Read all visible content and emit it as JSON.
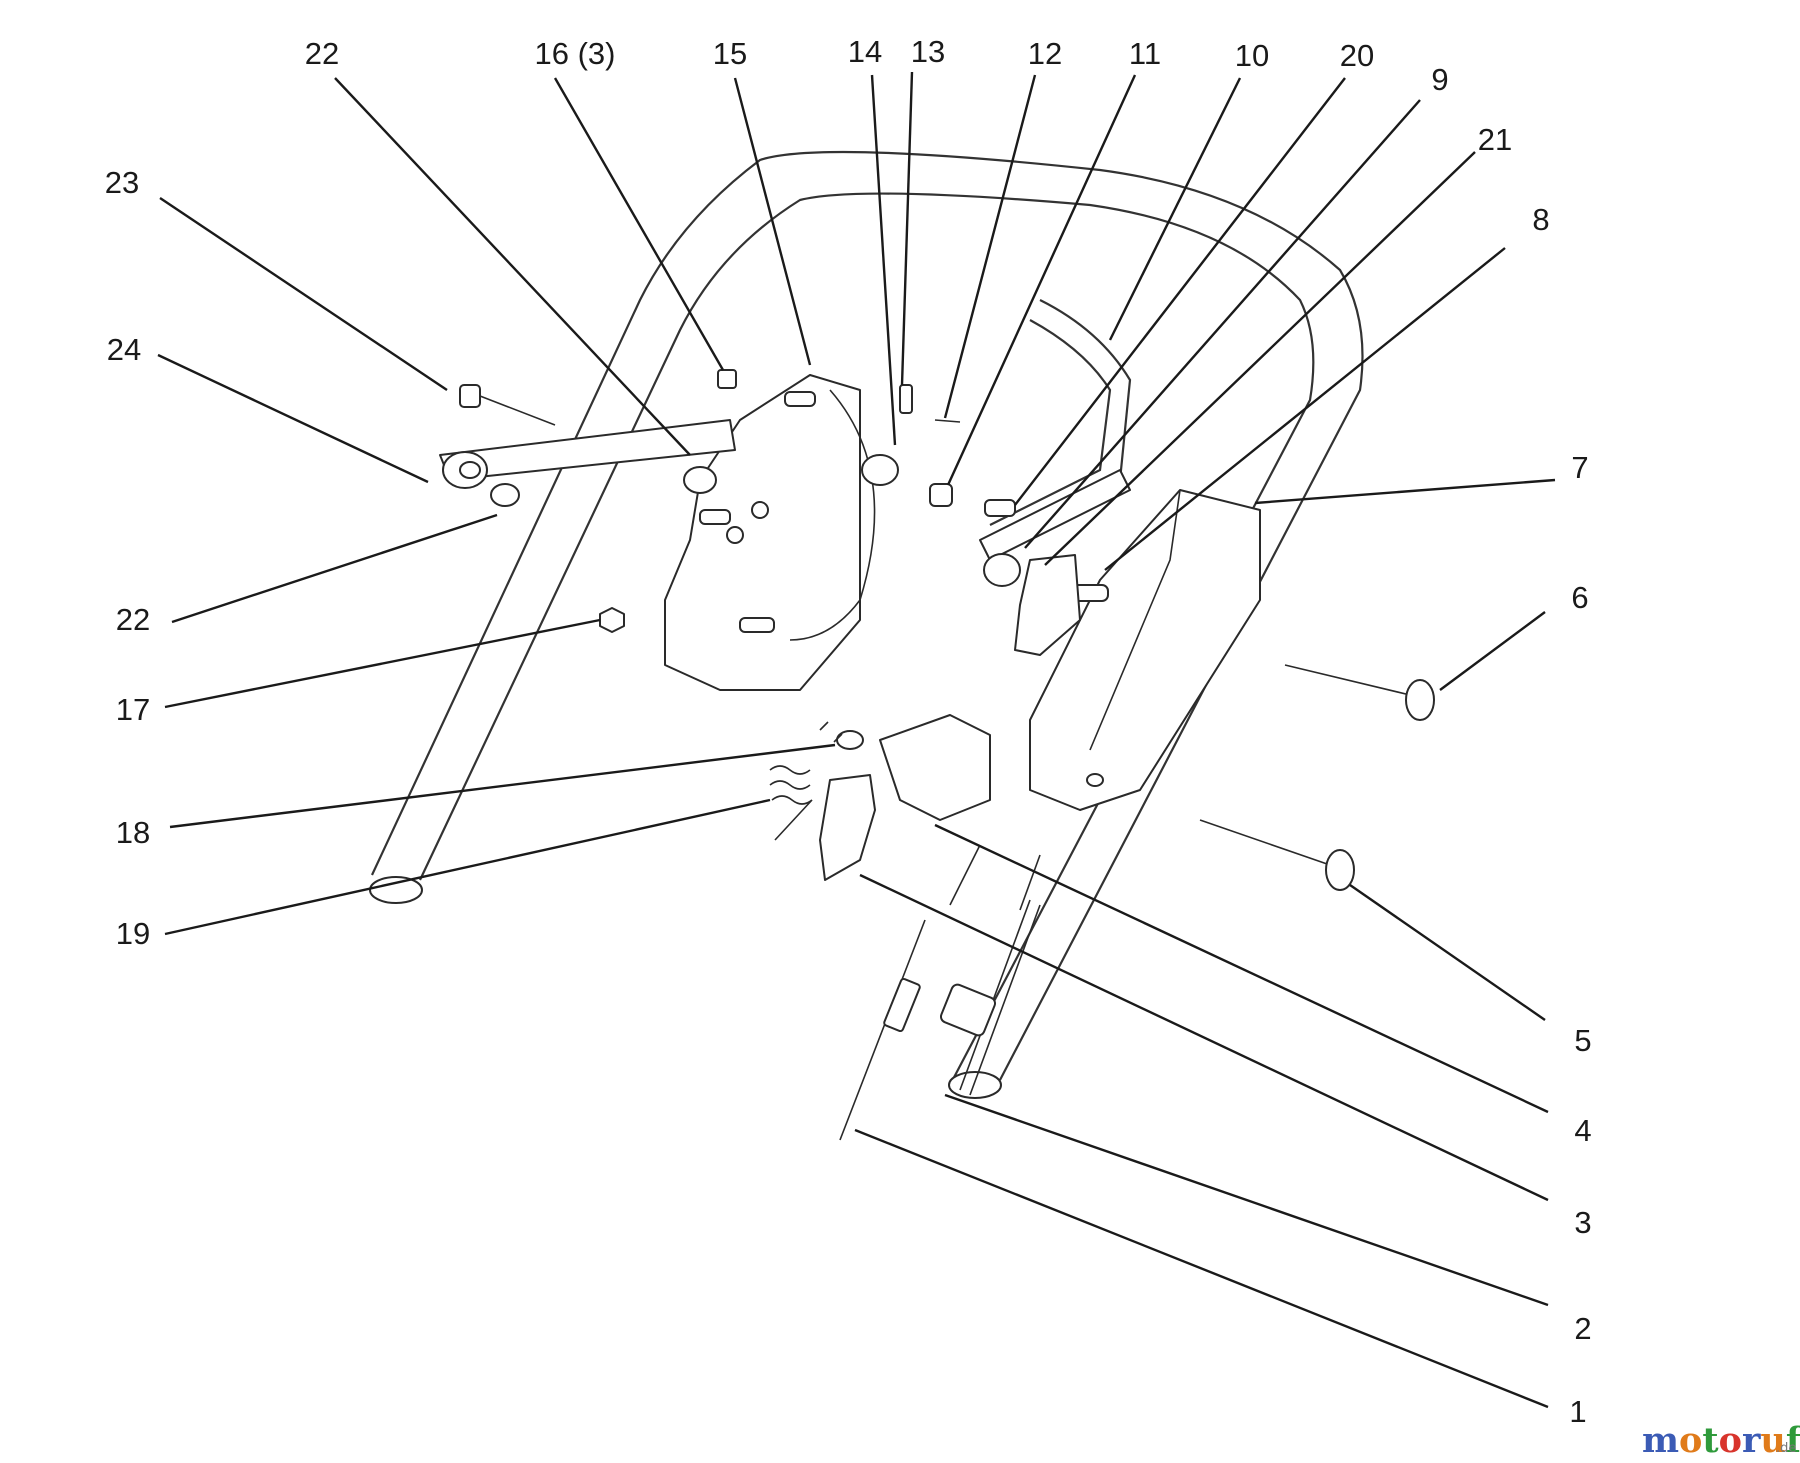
{
  "callouts": [
    {
      "id": "c22a",
      "text": "22"
    },
    {
      "id": "c16",
      "text": "16 (3)"
    },
    {
      "id": "c15",
      "text": "15"
    },
    {
      "id": "c14",
      "text": "14"
    },
    {
      "id": "c13",
      "text": "13"
    },
    {
      "id": "c12",
      "text": "12"
    },
    {
      "id": "c11",
      "text": "11"
    },
    {
      "id": "c10",
      "text": "10"
    },
    {
      "id": "c20",
      "text": "20"
    },
    {
      "id": "c9",
      "text": "9"
    },
    {
      "id": "c21",
      "text": "21"
    },
    {
      "id": "c8",
      "text": "8"
    },
    {
      "id": "c23",
      "text": "23"
    },
    {
      "id": "c24",
      "text": "24"
    },
    {
      "id": "c22b",
      "text": "22"
    },
    {
      "id": "c17",
      "text": "17"
    },
    {
      "id": "c18",
      "text": "18"
    },
    {
      "id": "c19",
      "text": "19"
    },
    {
      "id": "c7",
      "text": "7"
    },
    {
      "id": "c6",
      "text": "6"
    },
    {
      "id": "c5",
      "text": "5"
    },
    {
      "id": "c4",
      "text": "4"
    },
    {
      "id": "c3",
      "text": "3"
    },
    {
      "id": "c2",
      "text": "2"
    },
    {
      "id": "c1",
      "text": "1"
    }
  ],
  "watermark": {
    "letters": [
      "m",
      "o",
      "t",
      "o",
      "r",
      "u",
      "f"
    ],
    "letter_colors": [
      "#3b5bb5",
      "#e07b1a",
      "#2f9a3b",
      "#d8342c",
      "#3b5bb5",
      "#e07b1a",
      "#2f9a3b"
    ],
    "suffix": ".de"
  }
}
